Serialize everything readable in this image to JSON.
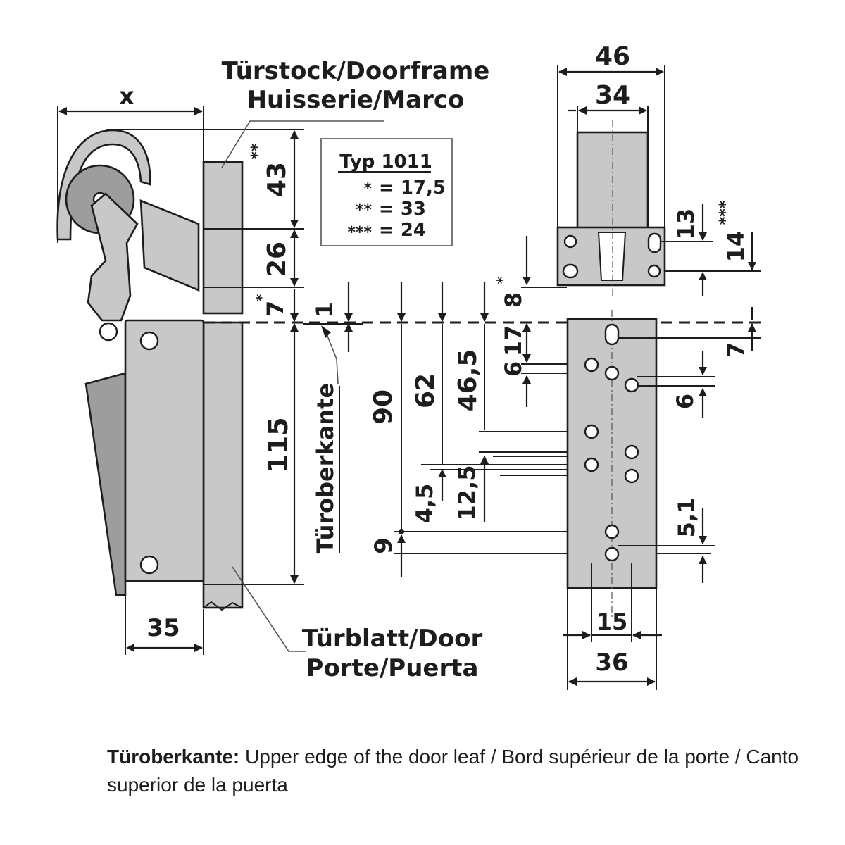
{
  "labels": {
    "doorframe_line1": "Türstock/Doorframe",
    "doorframe_line2": "Huisserie/Marco",
    "door_line1": "Türblatt/Door",
    "door_line2": "Porte/Puerta",
    "door_top_edge": "Türoberkante"
  },
  "type_box": {
    "title": "Typ 1011",
    "rows": [
      {
        "mark": "*",
        "value": "= 17,5"
      },
      {
        "mark": "**",
        "value": "= 33"
      },
      {
        "mark": "***",
        "value": "= 24"
      }
    ]
  },
  "dimensions": {
    "x": "x",
    "d43": "43",
    "d43_mark": "**",
    "d26": "26",
    "d7": "7",
    "d7_mark": "*",
    "d1": "1",
    "d115": "115",
    "d35": "35",
    "d90": "90",
    "d62": "62",
    "d46_5": "46,5",
    "d4_5": "4,5",
    "d12_5": "12,5",
    "d9": "9",
    "d8": "8",
    "d8_mark": "*",
    "d17": "17",
    "d6a": "6",
    "d46": "46",
    "d34": "34",
    "d13": "13",
    "d14": "14",
    "d14_mark": "***",
    "d7b": "7",
    "d6b": "6",
    "d5_1": "5,1",
    "d15": "15",
    "d36": "36"
  },
  "caption": {
    "term": "Türoberkante:",
    "text": " Upper edge of the door leaf / Bord supérieur de la porte / Canto superior de la puerta"
  }
}
